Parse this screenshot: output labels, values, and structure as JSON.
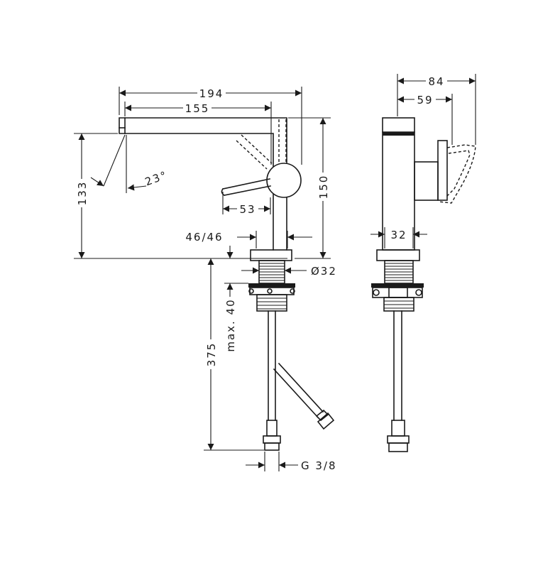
{
  "dimensions": {
    "spout_reach": "194",
    "spout_to_axis": "155",
    "outlet_angle": "23°",
    "outlet_height": "133",
    "body_height": "150",
    "lever_length": "53",
    "base_widths": "46/46",
    "thread_diameter": "Ø32",
    "countertop_max": "max. 40",
    "hose_length": "375",
    "connection_thread": "G 3/8",
    "side_depth": "84",
    "side_lever_offset": "59",
    "side_body_width": "32"
  }
}
